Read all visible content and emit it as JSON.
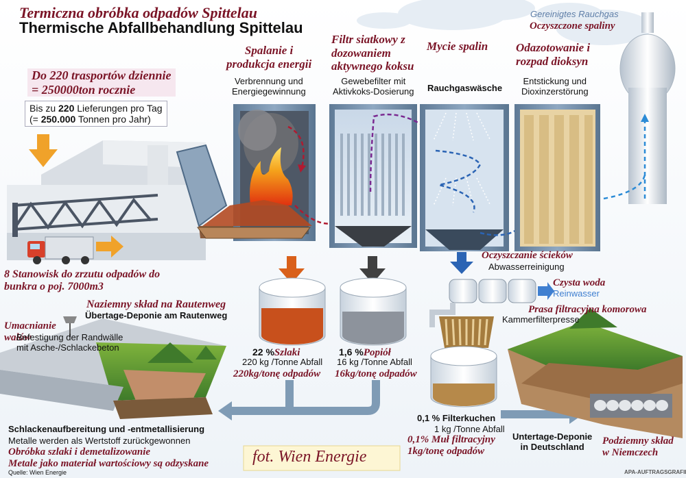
{
  "header": {
    "title_pl": "Termiczna obróbka odpadów Spittelau",
    "title_de": "Thermische Abfallbehandlung Spittelau"
  },
  "delivery": {
    "pl": "Do 220 trasportów dziennie\n= 250000ton rocznie",
    "de_line1_a": "Bis zu ",
    "de_line1_b": "220",
    "de_line1_c": " Lieferungen pro Tag",
    "de_line2_a": "(= ",
    "de_line2_b": "250.000",
    "de_line2_c": " Tonnen pro Jahr)"
  },
  "bunker": {
    "pl": "8 Stanowisk do zrzutu odpadów do\nbunkra o poj. 7000m3"
  },
  "stages": {
    "combustion": {
      "pl": "Spalanie i\nprodukcja energii",
      "de": "Verbrennung und\nEnergiegewinnung"
    },
    "filter": {
      "pl": "Filtr siatkowy z\ndozowaniem\naktywnego koksu",
      "de": "Gewebefilter mit\nAktivkoks-Dosierung"
    },
    "wash": {
      "pl": "Mycie spalin",
      "de": "Rauchgaswäsche"
    },
    "denox": {
      "pl": "Odazotowanie i\nrozpad dioksyn",
      "de": "Entstickung und\nDioxinzerstörung"
    }
  },
  "clean_gas": {
    "de": "Gereinigtes Rauchgas",
    "pl": "Oczyszczone spaliny"
  },
  "wastewater": {
    "pl": "Oczyszczanie ścieków",
    "de": "Abwasserreinigung"
  },
  "clean_water": {
    "pl": "Czysta woda",
    "de": "Reinwasser"
  },
  "filter_press": {
    "pl": "Prasa filtracyjna komorowa",
    "de": "Kammerfilterpresse"
  },
  "slag": {
    "percent": "22 %",
    "pl_name": "Szlaki",
    "de": "220 kg /Tonne Abfall",
    "pl": "220kg/tonę odpadów"
  },
  "ash": {
    "percent": "1,6 %",
    "pl_name": "Popiół",
    "de": "16 kg /Tonne Abfall",
    "pl": "16kg/tonę odpadów"
  },
  "filter_cake": {
    "de_title": "0,1 % Filterkuchen",
    "de": "1 kg /Tonne Abfall",
    "pl": "0,1% Muł filtracyjny\n1kg/tonę odpadów"
  },
  "deposit_surface": {
    "pl": "Naziemny skład na Rautenweg",
    "de": "Übertage-Deponie am Rautenweg"
  },
  "reinforcement": {
    "pl": "Umacnianie\nwałów",
    "de": "Befestigung der Randwälle\nmit Asche-/Schlackebeton"
  },
  "slag_processing": {
    "de_title": "Schlackenaufbereitung und -entmetallisierung",
    "de": "Metalle werden als Wertstoff zurückgewonnen",
    "pl": "Obróbka szlaki i demetalizowanie\nMetale jako materiał wartościowy są odzyskane"
  },
  "underground": {
    "de": "Untertage-Deponie\nin Deutschland",
    "pl": "Podziemny skład\nw Niemczech"
  },
  "photo_credit": "fot. Wien Energie",
  "source": "Quelle: Wien Energie",
  "agency": "APA-AUFTRAGSGRAFIK",
  "colors": {
    "polish_text": "#7a1426",
    "slag_arrow": "#d9601a",
    "ash_arrow": "#404040",
    "water_arrow": "#3f7fd0",
    "filter_cake_arrow": "#d9a064",
    "flow_arrows": "#7f9bb5"
  },
  "icons": [
    "arrow-down-icon",
    "truck-icon",
    "crane-icon",
    "tower-icon",
    "cloud-icon"
  ]
}
